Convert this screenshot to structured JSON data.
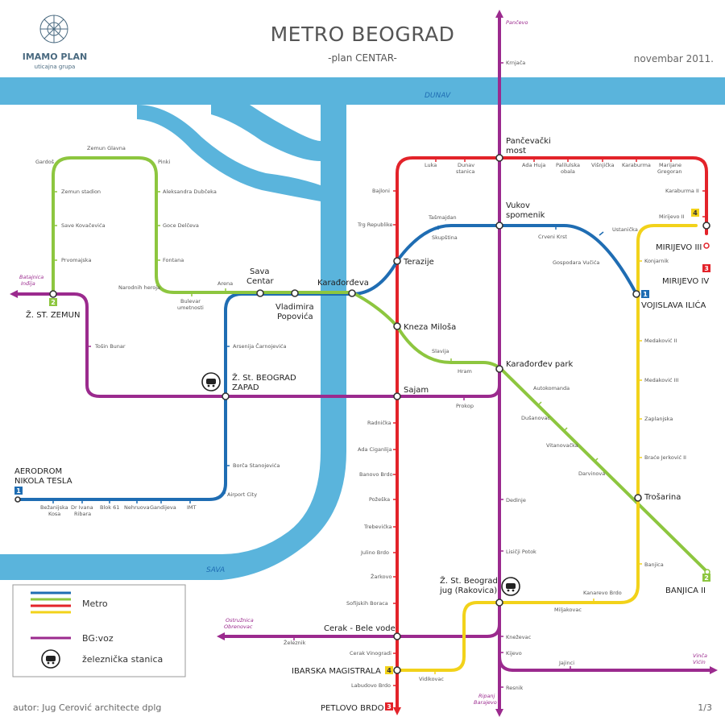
{
  "header": {
    "title": "METRO BEOGRAD",
    "subtitle": "-plan CENTAR-",
    "date": "novembar 2011.",
    "logo_name": "IMAMO PLAN",
    "logo_sub": "uticajna grupa"
  },
  "footer": {
    "author": "autor: Jug Cerović architecte dplg",
    "page": "1/3"
  },
  "rivers": {
    "dunav": "DUNAV",
    "sava": "SAVA"
  },
  "colors": {
    "river": "#5ab4dc",
    "line1": "#1f6db3",
    "line2": "#8dc63f",
    "line3": "#e3232a",
    "line4": "#f2d21a",
    "bgvoz": "#9b2a8e"
  },
  "legend": {
    "metro": "Metro",
    "bgvoz": "BG:voz",
    "rail": "železnička stanica"
  },
  "terminals": [
    {
      "id": "t1",
      "text": "1",
      "color": "#1f6db3"
    },
    {
      "id": "t2a",
      "text": "2",
      "color": "#8dc63f"
    },
    {
      "id": "t2b",
      "text": "2",
      "color": "#8dc63f"
    },
    {
      "id": "t3a",
      "text": "3",
      "color": "#e3232a"
    },
    {
      "id": "t3b",
      "text": "3",
      "color": "#e3232a"
    },
    {
      "id": "t4a",
      "text": "4",
      "color": "#f2d21a"
    },
    {
      "id": "t4b",
      "text": "4",
      "color": "#f2d21a"
    },
    {
      "id": "t1b",
      "text": "1",
      "color": "#1f6db3"
    }
  ],
  "major_stations": [
    "Pančevački most",
    "Vukov spomenik",
    "Sava Centar",
    "Karađorđeva",
    "Vladimira Popovića",
    "Terazije",
    "Kneza Miloša",
    "Karađorđev park",
    "Sajam",
    "Ž. St. BEOGRAD ZAPAD",
    "Ž. ST. ZEMUN",
    "AERODROM NIKOLA TESLA",
    "VOJISLAVA ILIĆA",
    "MIRIJEVO III",
    "MIRIJEVO IV",
    "Trošarina",
    "BANJICA II",
    "Ž. St. Beograd jug (Rakovica)",
    "Cerak - Bele vode",
    "IBARSKA MAGISTRALA",
    "PETLOVO BRDO"
  ],
  "minor_stations": [
    "Krnjača",
    "Luka",
    "Dunav stanica",
    "Ada Huja",
    "Palilulska obala",
    "Višnjička",
    "Karaburma",
    "Marijane Gregoran",
    "Karaburma II",
    "Mirijevo II",
    "Ustanička",
    "Konjarnik",
    "Bajloni",
    "Trg Republike",
    "Tašmajdan",
    "Skupština",
    "Crveni Krst",
    "Gospodara Vučića",
    "Gardoš",
    "Zemun Glavna",
    "Pinki",
    "Zemun stadion",
    "Aleksandra Dubčeka",
    "Save Kovačevića",
    "Goce Delčeva",
    "Prvomajska",
    "Fontana",
    "Narodnih heroja",
    "Arena",
    "Bulevar umetnosti",
    "Tošin Bunar",
    "Arsenija Čarnojevića",
    "Slavija",
    "Hram",
    "Autokomanda",
    "Prokop",
    "Dušanovac",
    "Vitanovačka",
    "Darvinova",
    "Medaković II",
    "Medaković III",
    "Zaplanjska",
    "Braće Jerković II",
    "Banjica",
    "Kanarevo Brdo",
    "Miljakovac",
    "Radnička",
    "Ada Ciganlija",
    "Banovo Brdo",
    "Požeška",
    "Trebevićka",
    "Julino Brdo",
    "Žarkovo",
    "Sofijskih Boraca",
    "Železnik",
    "Cerak Vinogradi",
    "Vidikovac",
    "Labudovo Brdo",
    "Borča Stanojevića",
    "Airport City",
    "Bežanijska Kosa",
    "Dr Ivana Ribara",
    "Blok 61",
    "Nehruova",
    "Gandijeva",
    "IMT",
    "Dedinje",
    "Lisičji Potok",
    "Kneževac",
    "Kijevo",
    "Jajinci",
    "Resnik"
  ],
  "direction_labels": [
    "Pančevo",
    "Batajnica Inđija",
    "Ostružnica Obrenovac",
    "Ripanj Barajevo",
    "Vinča Vićin"
  ]
}
